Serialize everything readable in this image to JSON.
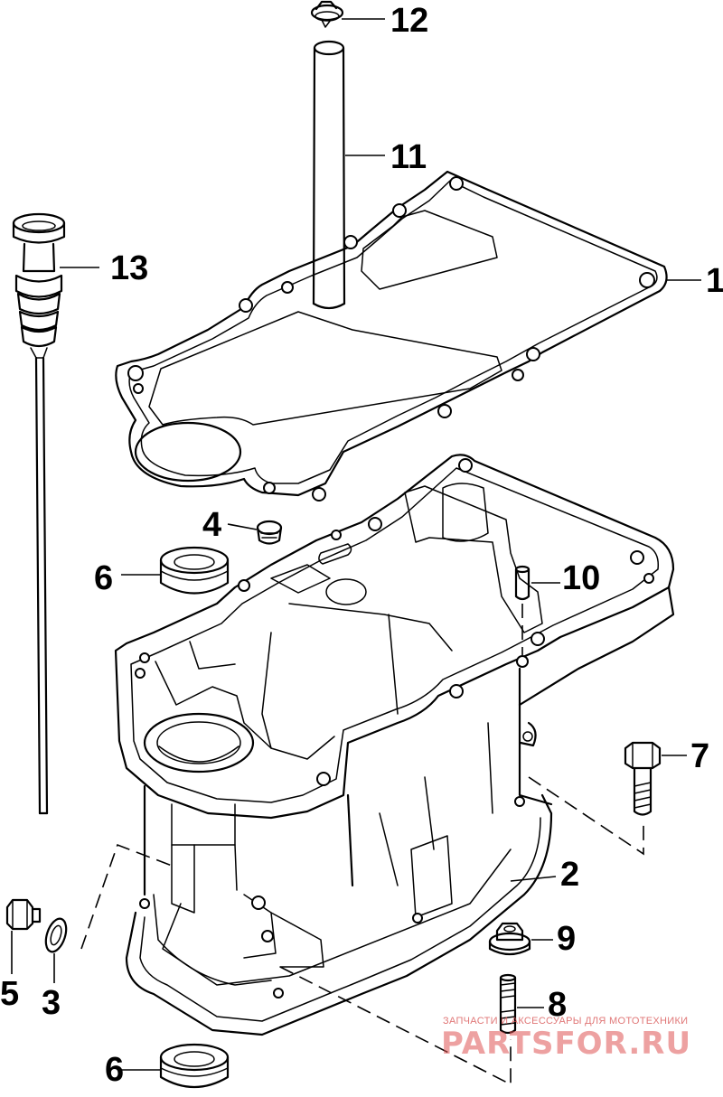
{
  "callouts": {
    "c1": "1",
    "c2": "2",
    "c3": "3",
    "c4": "4",
    "c5": "5",
    "c6a": "6",
    "c6b": "6",
    "c7": "7",
    "c8": "8",
    "c9": "9",
    "c10": "10",
    "c11": "11",
    "c12": "12",
    "c13": "13"
  },
  "watermark": {
    "tagline": "ЗАПЧАСТИ И АКСЕССУАРЫ ДЛЯ МОТОТЕХНИКИ",
    "logo": "PARTSFOR.RU"
  },
  "colors": {
    "line": "#000000",
    "background": "#ffffff",
    "watermark": "#e05555"
  }
}
